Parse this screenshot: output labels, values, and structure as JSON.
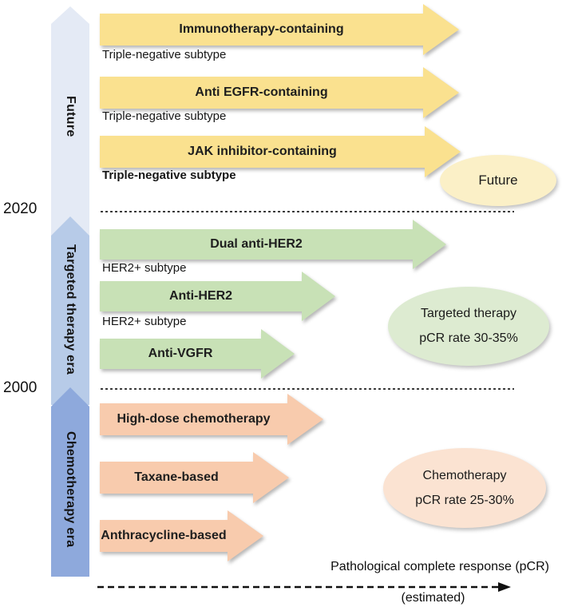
{
  "colors": {
    "timeline_future": "#E4EAF5",
    "timeline_targeted": "#B7CBE8",
    "timeline_chemo": "#8EA9DC",
    "arrow_yellow": "#FAE18F",
    "ellipse_yellow": "#FBF0C7",
    "arrow_green": "#C8E1B6",
    "ellipse_green": "#DDEBD1",
    "arrow_orange": "#F8CBAD",
    "ellipse_orange": "#FBE3D2",
    "text": "#1B1B1B",
    "dash": "#3A3A3A",
    "axis": "#111111"
  },
  "timeline": {
    "era_labels": {
      "future": "Future",
      "targeted": "Targeted therapy era",
      "chemo": "Chemotherapy era"
    },
    "year_markers": {
      "y2020": "2020",
      "y2000": "2000"
    }
  },
  "eras": {
    "future": {
      "arrows": [
        {
          "label": "Immunotherapy-containing",
          "sublabel": "Triple-negative subtype"
        },
        {
          "label": "Anti EGFR-containing",
          "sublabel": "Triple-negative subtype"
        },
        {
          "label": "JAK inhibitor-containing",
          "sublabel": "Triple-negative subtype"
        }
      ],
      "ellipse": {
        "line1": "Future"
      }
    },
    "targeted": {
      "arrows": [
        {
          "label": "Dual anti-HER2",
          "sublabel": "HER2+ subtype"
        },
        {
          "label": "Anti-HER2",
          "sublabel": "HER2+ subtype"
        },
        {
          "label": "Anti-VGFR",
          "sublabel": ""
        }
      ],
      "ellipse": {
        "line1": "Targeted therapy",
        "line2": "pCR rate 30-35%"
      }
    },
    "chemo": {
      "arrows": [
        {
          "label": "High-dose chemotherapy"
        },
        {
          "label": "Taxane-based"
        },
        {
          "label": "Anthracycline-based"
        }
      ],
      "ellipse": {
        "line1": "Chemotherapy",
        "line2": "pCR rate 25-30%"
      }
    }
  },
  "axis": {
    "label": "Pathological complete response (pCR)",
    "sublabel": "(estimated)"
  }
}
